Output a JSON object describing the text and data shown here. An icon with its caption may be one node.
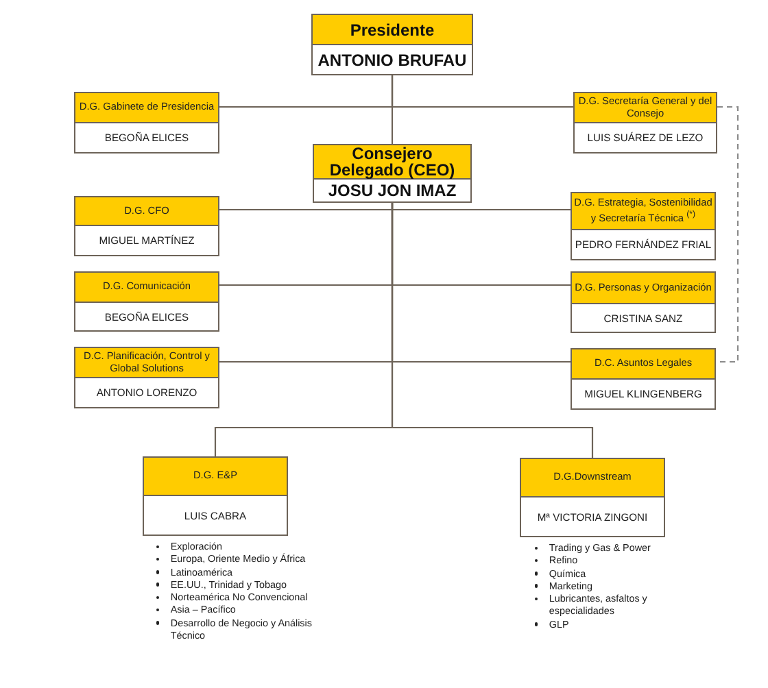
{
  "diagram": {
    "nodes": [
      {
        "text": [
          "Presidente",
          "ANTONIO BRUFAU"
        ]
      },
      {
        "text": [
          "D.G. Gabinete de Presidencia",
          "BEGOÑA ELICES"
        ]
      },
      {
        "text": [
          "D.G. Secretaría General y del Consejo",
          "LUIS SUÁREZ DE LEZO"
        ]
      },
      {
        "text": [
          "Consejero Delegado (CEO)",
          "JOSU JON IMAZ"
        ]
      },
      {
        "text": [
          "D.G. CFO",
          "MIGUEL MARTÍNEZ"
        ]
      },
      {
        "text": [
          "D.G. Estrategia, Sostenibilidad y Secretaría Técnica $^{(*)}$",
          "PEDRO FERNÁNDEZ FRIAL"
        ]
      },
      {
        "text": [
          "D.G. Comunicación",
          "BEGOÑA ELICES"
        ]
      },
      {
        "text": [
          "D.G. Personas y Organización",
          "CRISTINA SANZ"
        ]
      },
      {
        "text": [
          "D.C. Planificación, Control y Global Solutions",
          "ANTONIO LORENZO"
        ]
      },
      {
        "text": [
          "D.C. Asuntos Legales",
          "MIGUEL KLINGENBERG"
        ]
      },
      {
        "text": [
          "D.G. E&P",
          "LUIS CABRA"
        ],
        "beside": [
          "Exploración",
          "Europa, Oriente Medio y África",
          "Latinoamérica",
          "EE.UU., Trinidad y Tobago",
          "Norteamérica No Convencional",
          "Asia – Pacífico",
          "Desarrollo de Negocio y Análisis Técnico"
        ]
      },
      {
        "text": [
          "D.G.Downstream",
          "Mª VICTORIA ZINGONI"
        ],
        "beside": [
          "Trading y Gas & Power",
          "Refino",
          "Química",
          "Marketing",
          "Lubricantes, asfaltos y especialidades",
          "GLP"
        ]
      }
    ],
    "edges": [
      {
        "from": 0,
        "to": 1,
        "arrow": "none"
      },
      {
        "from": 0,
        "to": 2,
        "arrow": "none"
      },
      {
        "from": 0,
        "to": 3,
        "arrow": "none"
      },
      {
        "from": 3,
        "to": 4,
        "arrow": "none"
      },
      {
        "from": 3,
        "to": 5,
        "arrow": "none"
      },
      {
        "from": 3,
        "to": 6,
        "arrow": "none"
      },
      {
        "from": 3,
        "to": 7,
        "arrow": "none"
      },
      {
        "from": 3,
        "to": 8,
        "arrow": "none"
      },
      {
        "from": 3,
        "to": 9,
        "arrow": "none"
      },
      {
        "from": 3,
        "to": 10,
        "arrow": "none"
      },
      {
        "from": 3,
        "to": 11,
        "arrow": "none"
      },
      {
        "from": 2,
        "to": 9,
        "arrow": "none",
        "style": "dashed"
      }
    ]
  }
}
